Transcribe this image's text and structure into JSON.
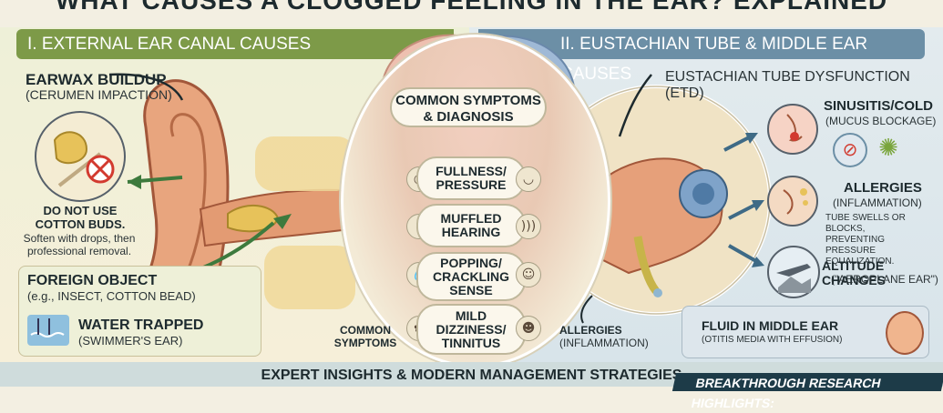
{
  "title": "WHAT CAUSES A CLOGGED FEELING IN THE EAR? EXPLAINED",
  "left": {
    "banner": "I. EXTERNAL EAR CANAL CAUSES",
    "earwax": {
      "heading": "EARWAX BUILDUP",
      "sub": "(CERUMEN IMPACTION)"
    },
    "warning": {
      "line1": "DO NOT USE",
      "line2": "COTTON BUDS.",
      "line3": "Soften with drops, then",
      "line4": "professional removal."
    },
    "foreign": {
      "heading": "FOREIGN OBJECT",
      "sub": "(e.g., INSECT, COTTON BEAD)"
    },
    "water": {
      "heading": "WATER TRAPPED",
      "sub": "(SWIMMER'S EAR)"
    }
  },
  "center": {
    "heading_line1": "COMMON SYMPTOMS",
    "heading_line2": "& DIAGNOSIS",
    "symptoms": [
      {
        "line1": "FULLNESS/",
        "line2": "PRESSURE",
        "line3": ""
      },
      {
        "line1": "MUFFLED",
        "line2": "HEARING",
        "line3": ""
      },
      {
        "line1": "POPPING/",
        "line2": "CRACKLING",
        "line3": "SENSE"
      },
      {
        "line1": "MILD",
        "line2": "DIZZINESS/",
        "line3": "TINNITUS"
      }
    ],
    "common_line1": "COMMON",
    "common_line2": "SYMPTOMS",
    "allergies_line1": "ALLERGIES",
    "allergies_line2": "(INFLAMMATION)"
  },
  "right": {
    "banner": "II. EUSTACHIAN TUBE & MIDDLE EAR CAUSES",
    "etd": "EUSTACHIAN TUBE DYSFUNCTION (ETD)",
    "sinusitis": {
      "heading": "SINUSITIS/COLD",
      "sub": "(MUCUS BLOCKAGE)"
    },
    "allergies": {
      "heading": "ALLERGIES",
      "sub": "(INFLAMMATION)"
    },
    "tube_note": {
      "line1": "TUBE SWELLS OR",
      "line2": "BLOCKS, PREVENTING",
      "line3": "PRESSURE EQUALIZATION."
    },
    "altitude": {
      "heading": "ALTITUDE CHANGES",
      "sub": "(\"AEROPLANE EAR\")"
    },
    "fluid": {
      "heading": "FLUID IN MIDDLE EAR",
      "sub": "(OTITIS MEDIA WITH EFFUSION)"
    }
  },
  "bottom": {
    "text": "EXPERT INSIGHTS & MODERN MANAGEMENT STRATEGIES",
    "research": "BREAKTHROUGH RESEARCH HIGHLIGHTS:"
  },
  "colors": {
    "left_accent": "#7d9a48",
    "right_accent": "#6c8fa6",
    "warning_red": "#d23a2f"
  }
}
